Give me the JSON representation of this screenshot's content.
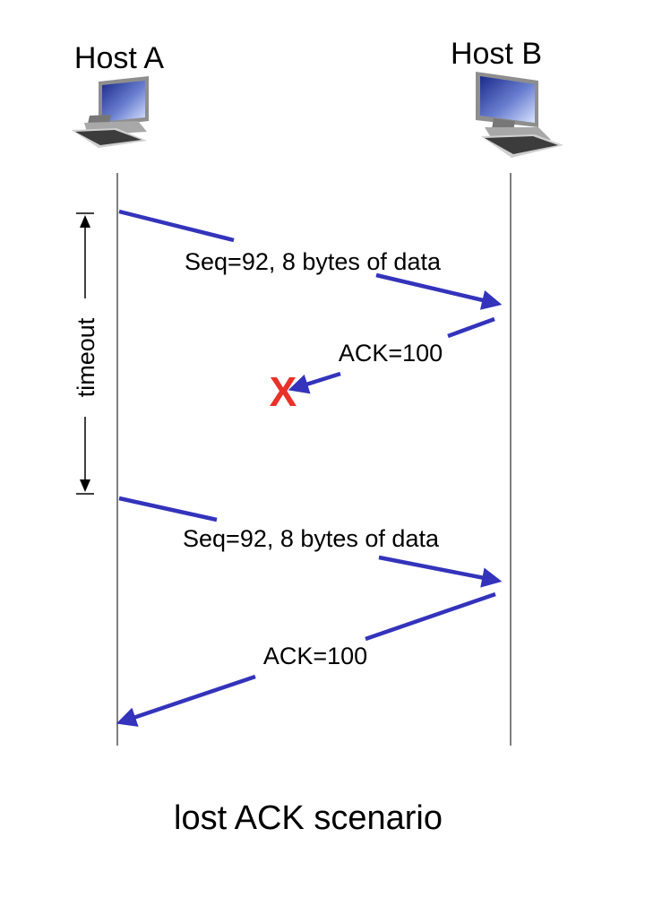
{
  "hosts": {
    "a": {
      "label": "Host A",
      "icon": "computer-icon"
    },
    "b": {
      "label": "Host B",
      "icon": "computer-icon"
    }
  },
  "timer": {
    "label": "timeout"
  },
  "messages": [
    {
      "label": "Seq=92, 8 bytes of data",
      "direction": "A-to-B",
      "status": "delivered"
    },
    {
      "label": "ACK=100",
      "direction": "B-to-A",
      "status": "lost"
    },
    {
      "label": "Seq=92, 8 bytes of data",
      "direction": "A-to-B",
      "status": "delivered"
    },
    {
      "label": "ACK=100",
      "direction": "B-to-A",
      "status": "delivered"
    }
  ],
  "loss_marker": {
    "symbol": "X",
    "color": "#e8322a"
  },
  "caption": "lost ACK scenario",
  "colors": {
    "arrow": "#3333bb",
    "loss": "#e8322a",
    "timeline": "#555555"
  }
}
